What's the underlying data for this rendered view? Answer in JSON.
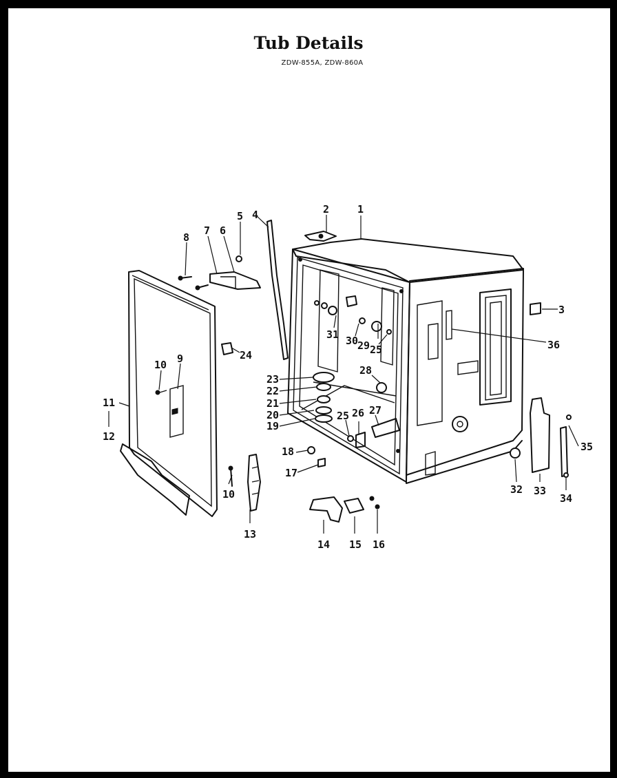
{
  "title": "Tub Details",
  "subtitle": "ZDW-855A, ZDW-860A",
  "callouts": {
    "c1": "1",
    "c2": "2",
    "c3": "3",
    "c4": "4",
    "c5": "5",
    "c6": "6",
    "c7": "7",
    "c8": "8",
    "c9": "9",
    "c10a": "10",
    "c10b": "10",
    "c11": "11",
    "c12": "12",
    "c13": "13",
    "c14": "14",
    "c15": "15",
    "c16": "16",
    "c17": "17",
    "c18": "18",
    "c19": "19",
    "c20": "20",
    "c21": "21",
    "c22": "22",
    "c23": "23",
    "c24": "24",
    "c25a": "25",
    "c25b": "25",
    "c26": "26",
    "c27": "27",
    "c28": "28",
    "c29": "29",
    "c30": "30",
    "c31": "31",
    "c32": "32",
    "c33": "33",
    "c34": "34",
    "c35": "35",
    "c36": "36"
  }
}
